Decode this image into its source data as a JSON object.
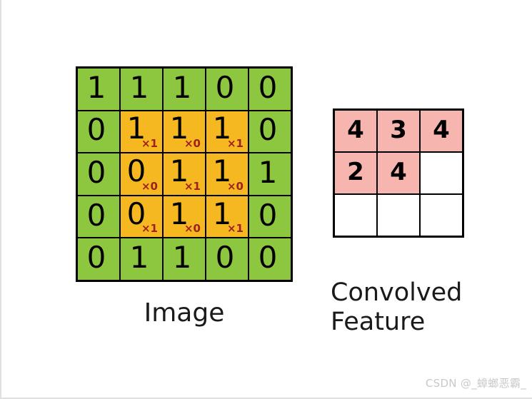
{
  "image_matrix": {
    "caption": "Image",
    "rows": 5,
    "cols": 5,
    "cells": [
      [
        {
          "v": "1",
          "k": null
        },
        {
          "v": "1",
          "k": null
        },
        {
          "v": "1",
          "k": null
        },
        {
          "v": "0",
          "k": null
        },
        {
          "v": "0",
          "k": null
        }
      ],
      [
        {
          "v": "0",
          "k": null
        },
        {
          "v": "1",
          "k": "×1"
        },
        {
          "v": "1",
          "k": "×0"
        },
        {
          "v": "1",
          "k": "×1"
        },
        {
          "v": "0",
          "k": null
        }
      ],
      [
        {
          "v": "0",
          "k": null
        },
        {
          "v": "0",
          "k": "×0"
        },
        {
          "v": "1",
          "k": "×1"
        },
        {
          "v": "1",
          "k": "×0"
        },
        {
          "v": "1",
          "k": null
        }
      ],
      [
        {
          "v": "0",
          "k": null
        },
        {
          "v": "0",
          "k": "×1"
        },
        {
          "v": "1",
          "k": "×0"
        },
        {
          "v": "1",
          "k": "×1"
        },
        {
          "v": "0",
          "k": null
        }
      ],
      [
        {
          "v": "0",
          "k": null
        },
        {
          "v": "1",
          "k": null
        },
        {
          "v": "1",
          "k": null
        },
        {
          "v": "0",
          "k": null
        },
        {
          "v": "0",
          "k": null
        }
      ]
    ],
    "kernel_overlay": {
      "top_row": 1,
      "left_col": 1,
      "size": 3,
      "weights": [
        [
          "×1",
          "×0",
          "×1"
        ],
        [
          "×0",
          "×1",
          "×0"
        ],
        [
          "×1",
          "×0",
          "×1"
        ]
      ]
    }
  },
  "feature_matrix": {
    "caption_line1": "Convolved",
    "caption_line2": "Feature",
    "rows": 3,
    "cols": 3,
    "cells": [
      [
        {
          "v": "4",
          "filled": true
        },
        {
          "v": "3",
          "filled": true
        },
        {
          "v": "4",
          "filled": true
        }
      ],
      [
        {
          "v": "2",
          "filled": true
        },
        {
          "v": "4",
          "filled": true
        },
        {
          "v": "",
          "filled": false
        }
      ],
      [
        {
          "v": "",
          "filled": false
        },
        {
          "v": "",
          "filled": false
        },
        {
          "v": "",
          "filled": false
        }
      ]
    ]
  },
  "watermark": {
    "text": "CSDN @_蟑螂恶霸_"
  },
  "colors": {
    "image_cell": "#8DC63F",
    "kernel_cell": "#F5B820",
    "feature_cell": "#F7B5B0",
    "grid_line": "#000000",
    "subscript": "#A02020",
    "watermark": "#c9c9c9"
  }
}
